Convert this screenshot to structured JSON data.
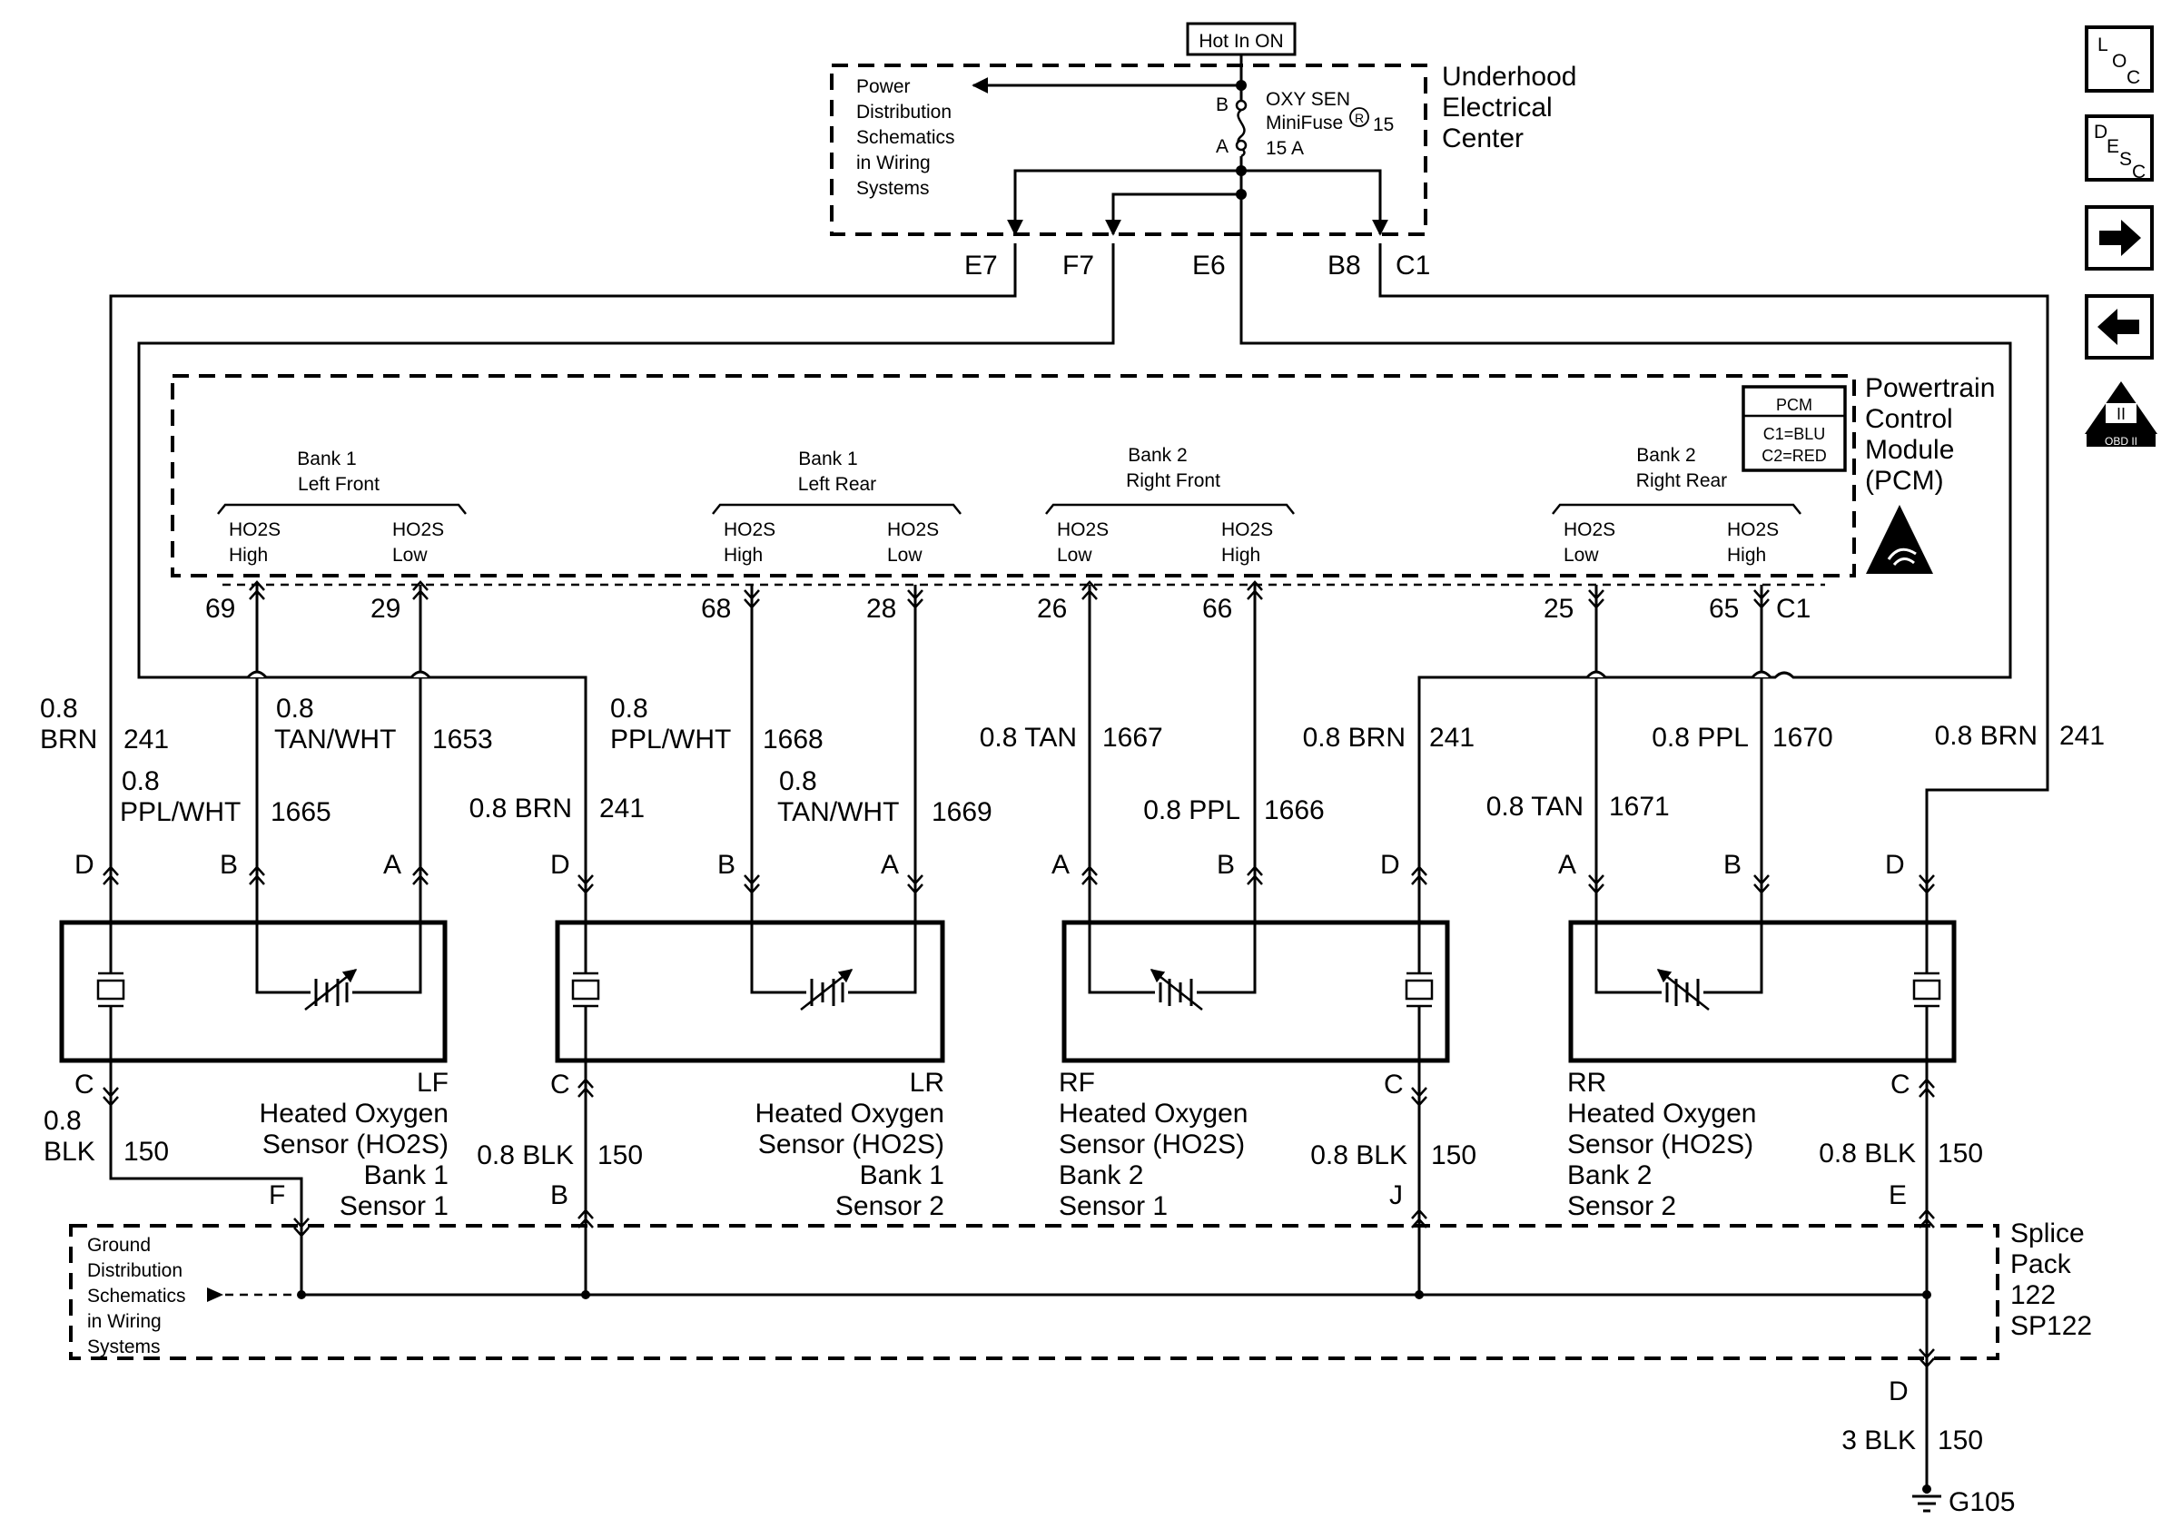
{
  "power": {
    "hot_label": "Hot In ON",
    "fuse_terminal_b": "B",
    "fuse_terminal_a": "A",
    "fuse_name": "OXY SEN",
    "fuse_type": "MiniFuse",
    "fuse_reg": "R",
    "fuse_number": "15",
    "fuse_rating": "15 A",
    "power_ref": [
      "Power",
      "Distribution",
      "Schematics",
      "in Wiring",
      "Systems"
    ],
    "uec_label": [
      "Underhood",
      "Electrical",
      "Center"
    ],
    "connectors": [
      "E7",
      "F7",
      "E6",
      "B8",
      "C1"
    ]
  },
  "pcm": {
    "label": [
      "Powertrain",
      "Control",
      "Module",
      "(PCM)"
    ],
    "legend_title": "PCM",
    "legend_c1": "C1=BLU",
    "legend_c2": "C2=RED",
    "connector_c1": "C1",
    "groups": [
      {
        "line1": "Bank 1",
        "line2": "Left Front",
        "pins": [
          {
            "a": "HO2S",
            "b": "High"
          },
          {
            "a": "HO2S",
            "b": "Low"
          }
        ]
      },
      {
        "line1": "Bank 1",
        "line2": "Left Rear",
        "pins": [
          {
            "a": "HO2S",
            "b": "High"
          },
          {
            "a": "HO2S",
            "b": "Low"
          }
        ]
      },
      {
        "line1": "Bank 2",
        "line2": "Right Front",
        "pins": [
          {
            "a": "HO2S",
            "b": "Low"
          },
          {
            "a": "HO2S",
            "b": "High"
          }
        ]
      },
      {
        "line1": "Bank 2",
        "line2": "Right Rear",
        "pins": [
          {
            "a": "HO2S",
            "b": "Low"
          },
          {
            "a": "HO2S",
            "b": "High"
          }
        ]
      }
    ],
    "pin_numbers": [
      "69",
      "29",
      "68",
      "28",
      "26",
      "66",
      "25",
      "65"
    ]
  },
  "wires": {
    "lf_241": {
      "size": "0.8",
      "color": "BRN",
      "circuit": "241"
    },
    "lf_1665": {
      "size": "0.8",
      "color": "PPL/WHT",
      "circuit": "1665"
    },
    "lf_1653": {
      "size": "0.8",
      "color": "TAN/WHT",
      "circuit": "1653"
    },
    "lr_241": {
      "label": "0.8 BRN",
      "circuit": "241"
    },
    "lr_1668": {
      "size": "0.8",
      "color": "PPL/WHT",
      "circuit": "1668"
    },
    "lr_1669": {
      "size": "0.8",
      "color": "TAN/WHT",
      "circuit": "1669"
    },
    "rf_1667": {
      "label": "0.8 TAN",
      "circuit": "1667"
    },
    "rf_1666": {
      "label": "0.8 PPL",
      "circuit": "1666"
    },
    "rf_241": {
      "label": "0.8 BRN",
      "circuit": "241"
    },
    "rr_1671": {
      "label": "0.8 TAN",
      "circuit": "1671"
    },
    "rr_1670": {
      "label": "0.8 PPL",
      "circuit": "1670"
    },
    "rr_241": {
      "label": "0.8 BRN",
      "circuit": "241"
    },
    "lf_150": {
      "size": "0.8",
      "color": "BLK",
      "circuit": "150"
    },
    "lr_150": {
      "label": "0.8 BLK",
      "circuit": "150"
    },
    "rf_150": {
      "label": "0.8 BLK",
      "circuit": "150"
    },
    "rr_150": {
      "label": "0.8 BLK",
      "circuit": "150"
    },
    "ground_150": {
      "label": "3 BLK",
      "circuit": "150"
    }
  },
  "sensors": [
    {
      "pos": "LF",
      "name": [
        "Heated Oxygen",
        "Sensor (HO2S)",
        "Bank 1",
        "Sensor 1"
      ],
      "pins_top": [
        "D",
        "B",
        "A"
      ],
      "pin_bottom": "C",
      "splice": "F"
    },
    {
      "pos": "LR",
      "name": [
        "Heated Oxygen",
        "Sensor (HO2S)",
        "Bank 1",
        "Sensor 2"
      ],
      "pins_top": [
        "D",
        "B",
        "A"
      ],
      "pin_bottom": "C",
      "splice": "B"
    },
    {
      "pos": "RF",
      "name": [
        "Heated Oxygen",
        "Sensor (HO2S)",
        "Bank 2",
        "Sensor 1"
      ],
      "pins_top": [
        "A",
        "B",
        "D"
      ],
      "pin_bottom": "C",
      "splice": "J"
    },
    {
      "pos": "RR",
      "name": [
        "Heated Oxygen",
        "Sensor (HO2S)",
        "Bank 2",
        "Sensor 2"
      ],
      "pins_top": [
        "A",
        "B",
        "D"
      ],
      "pin_bottom": "C",
      "splice": "E"
    }
  ],
  "ground": {
    "ref": [
      "Ground",
      "Distribution",
      "Schematics",
      "in Wiring",
      "Systems"
    ],
    "splice_label": [
      "Splice",
      "Pack",
      "122",
      "SP122"
    ],
    "pin": "D",
    "ground_point": "G105"
  },
  "side_buttons": {
    "loc": [
      "L",
      "O",
      "C"
    ],
    "desc": [
      "D",
      "E",
      "S",
      "C"
    ],
    "obd_symbol": "II",
    "obd_label": "OBD II"
  }
}
